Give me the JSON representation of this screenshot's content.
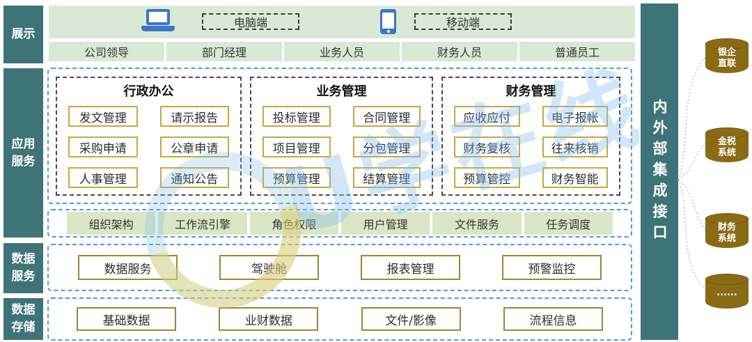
{
  "colors": {
    "layer_teal": "#3E7477",
    "bar_green": "#D9E9D5",
    "cell_green": "#DAE6C6",
    "app_button_border_gold": "#C9A63C",
    "data_button_border_olive": "#9D8535",
    "cylinder_olive": "#8A6A15",
    "dashed_blue": "#4E9BD4",
    "device_icon_blue": "#3B76C8"
  },
  "side_labels": {
    "display": "展示",
    "app": "应用服务",
    "data_service": "数据服务",
    "data_storage": "数据存储"
  },
  "devices": {
    "pc": "电脑端",
    "mobile": "移动端"
  },
  "roles": [
    "公司领导",
    "部门经理",
    "业务人员",
    "财务人员",
    "普通员工"
  ],
  "app_groups": [
    {
      "title": "行政办公",
      "items": [
        "发文管理",
        "请示报告",
        "采购申请",
        "公章申请",
        "人事管理",
        "通知公告"
      ]
    },
    {
      "title": "业务管理",
      "items": [
        "投标管理",
        "合同管理",
        "项目管理",
        "分包管理",
        "预算管理",
        "结算管理"
      ]
    },
    {
      "title": "财务管理",
      "items": [
        "应收应付",
        "电子报帐",
        "财务复核",
        "往来核销",
        "预算管控",
        "财务智能"
      ]
    }
  ],
  "platform_services": [
    "组织架构",
    "工作流引擎",
    "角色权限",
    "用户管理",
    "文件服务",
    "任务调度"
  ],
  "data_services": [
    "数据服务",
    "驾驶舱",
    "报表管理",
    "预警监控"
  ],
  "data_storage_items": [
    "基础数据",
    "业财数据",
    "文件/影像",
    "流程信息"
  ],
  "integration": {
    "label": "内外部集成接口",
    "systems": [
      "银企\n直联",
      "金税\n系统",
      "财务\n系统",
      "......"
    ]
  },
  "watermark": {
    "text": "U学在线"
  }
}
